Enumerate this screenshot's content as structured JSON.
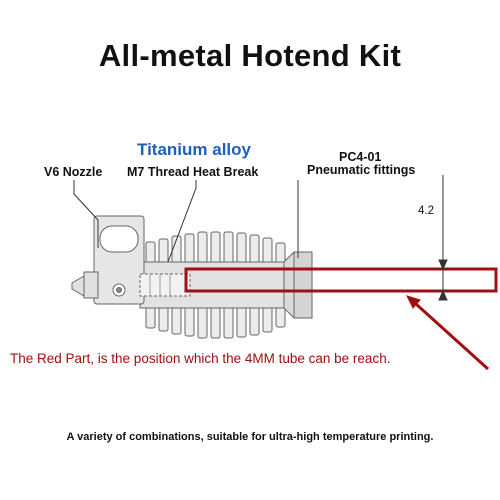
{
  "title": "All-metal Hotend Kit",
  "labels": {
    "material": "Titanium alloy",
    "nozzle": "V6 Nozzle",
    "heat_break": "M7 Thread Heat Break",
    "fittings_model": "PC4-01",
    "fittings_name": "Pneumatic fittings",
    "dimension": "4.2"
  },
  "note": "The Red Part, is the position which the 4MM tube can be reach.",
  "caption": "A variety of combinations, suitable for ultra-high temperature printing.",
  "colors": {
    "accent_blue": "#1c5fbf",
    "red": "#a01010",
    "metal": "#d9d9d9",
    "line": "#555555"
  }
}
